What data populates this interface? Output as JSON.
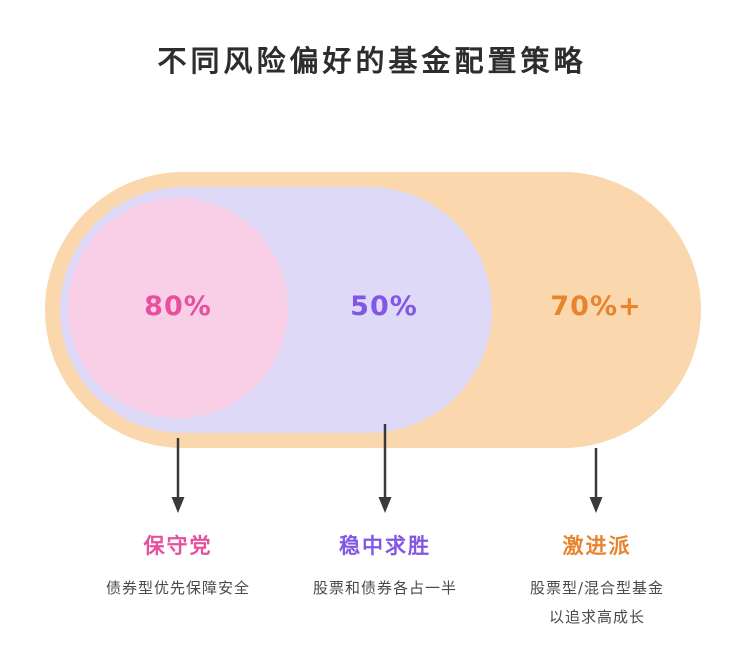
{
  "title": "不同风险偏好的基金配置策略",
  "segments": [
    {
      "value": "80%",
      "label": "保守党",
      "desc1": "债券型优先保障安全",
      "desc2": ""
    },
    {
      "value": "50%",
      "label": "稳中求胜",
      "desc1": "股票和债券各占一半",
      "desc2": ""
    },
    {
      "value": "70%+",
      "label": "激进派",
      "desc1": "股票型/混合型基金",
      "desc2": "以追求高成长"
    }
  ],
  "colors": {
    "conservative_fill": "#F9CFE7",
    "balanced_fill": "#DFD9F8",
    "aggressive_fill": "#FAD7AC",
    "conservative_text": "#E7509F",
    "balanced_text": "#8257E5",
    "aggressive_text": "#E8842E",
    "description_text": "#4A4A4A",
    "arrow": "#3A3A3A",
    "title_text": "#2D2D2D"
  }
}
